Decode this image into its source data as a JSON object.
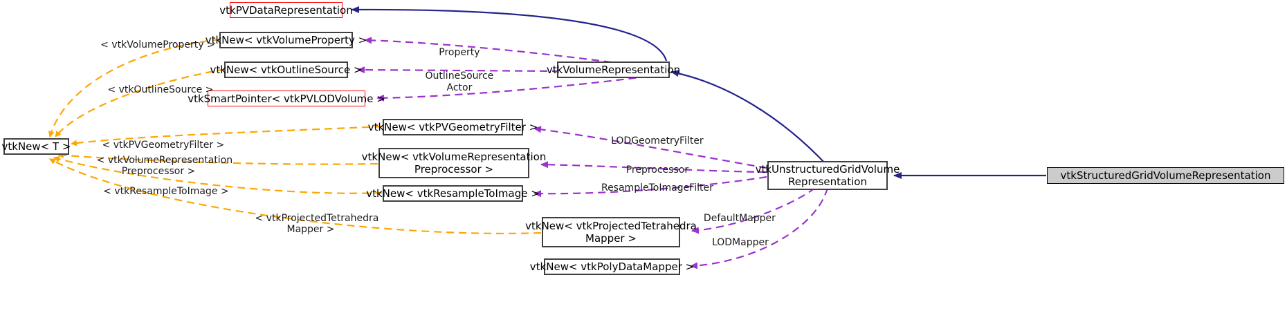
{
  "diagram": {
    "title": "vtkStructuredGridVolumeRepresentation collaboration diagram",
    "colors": {
      "template_edge": "#ffa500",
      "usage_edge": "#9a32cd",
      "inherit_edge": "#26238c",
      "highlight_node_fill": "#cccccc",
      "external_node_border": "#ff0000",
      "node_border": "#404040"
    }
  },
  "nodes": [
    {
      "id": "vtkPVDataRepresentation",
      "label": "vtkPVDataRepresentation"
    },
    {
      "id": "vtkNewVolumeProperty",
      "label": "vtkNew< vtkVolumeProperty >"
    },
    {
      "id": "vtkNewOutlineSource",
      "label": "vtkNew< vtkOutlineSource >"
    },
    {
      "id": "vtkSmartPointerPVLODVolume",
      "label": "vtkSmartPointer< vtkPVLODVolume >"
    },
    {
      "id": "vtkNewT",
      "label": "vtkNew< T >"
    },
    {
      "id": "vtkNewPVGeometryFilter",
      "label": "vtkNew< vtkPVGeometryFilter >"
    },
    {
      "id": "vtkNewVolumeRepresentationPreprocessor",
      "label": "vtkNew< vtkVolumeRepresentation\nPreprocessor >"
    },
    {
      "id": "vtkNewResampleToImage",
      "label": "vtkNew< vtkResampleToImage >"
    },
    {
      "id": "vtkNewProjectedTetrahedraMapper",
      "label": "vtkNew< vtkProjectedTetrahedra\nMapper >"
    },
    {
      "id": "vtkNewPolyDataMapper",
      "label": "vtkNew< vtkPolyDataMapper >"
    },
    {
      "id": "vtkVolumeRepresentation",
      "label": "vtkVolumeRepresentation"
    },
    {
      "id": "vtkUnstructuredGridVolumeRepresentation",
      "label": "vtkUnstructuredGridVolume\nRepresentation"
    },
    {
      "id": "vtkStructuredGridVolumeRepresentation",
      "label": "vtkStructuredGridVolumeRepresentation"
    }
  ],
  "template_labels": [
    {
      "id": "tmpl-volumeproperty",
      "text": "< vtkVolumeProperty >"
    },
    {
      "id": "tmpl-outlinesource",
      "text": "< vtkOutlineSource >"
    },
    {
      "id": "tmpl-pvgeometryfilter",
      "text": "< vtkPVGeometryFilter >"
    },
    {
      "id": "tmpl-preprocessor",
      "text": "< vtkVolumeRepresentation\nPreprocessor >"
    },
    {
      "id": "tmpl-resampletoimage",
      "text": "< vtkResampleToImage >"
    },
    {
      "id": "tmpl-projtetmapper",
      "text": "< vtkProjectedTetrahedra\nMapper >"
    }
  ],
  "usage_labels": [
    {
      "id": "use-property",
      "text": "Property"
    },
    {
      "id": "use-outlinesource",
      "text": "OutlineSource"
    },
    {
      "id": "use-actor",
      "text": "Actor"
    },
    {
      "id": "use-lodgeometryfilter",
      "text": "LODGeometryFilter"
    },
    {
      "id": "use-preprocessor",
      "text": "Preprocessor"
    },
    {
      "id": "use-resampletoimage",
      "text": "ResampleToImageFilter"
    },
    {
      "id": "use-defaultmapper",
      "text": "DefaultMapper"
    },
    {
      "id": "use-lodmapper",
      "text": "LODMapper"
    }
  ]
}
